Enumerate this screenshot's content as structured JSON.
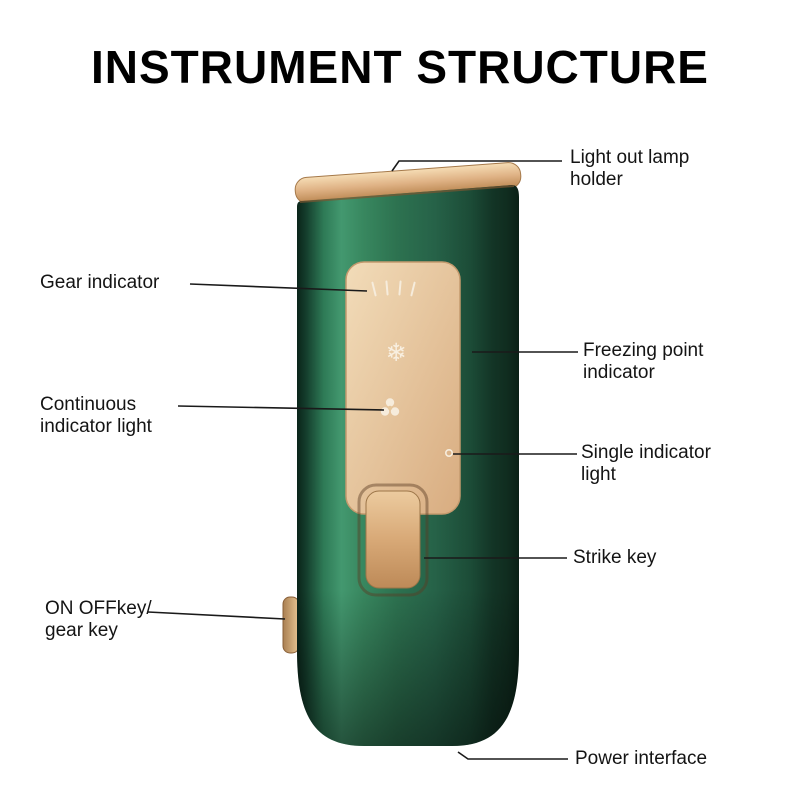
{
  "title": "INSTRUMENT STRUCTURE",
  "callouts": {
    "light_out_lamp_holder": "Light out lamp holder",
    "gear_indicator": "Gear indicator",
    "freezing_point_indicator": "Freezing point indicator",
    "continuous_indicator_light": "Continuous indicator light",
    "single_indicator_light": "Single indicator light",
    "strike_key": "Strike key",
    "on_off_gear_key": "ON OFFkey/ gear key",
    "power_interface": "Power interface"
  },
  "icons": {
    "freezing_point_glyph": "❄"
  },
  "colors": {
    "body_green": "#2d7354",
    "accent_gold": "#dcae7e",
    "panel_gold": "#ecd0aa",
    "text": "#141414"
  }
}
